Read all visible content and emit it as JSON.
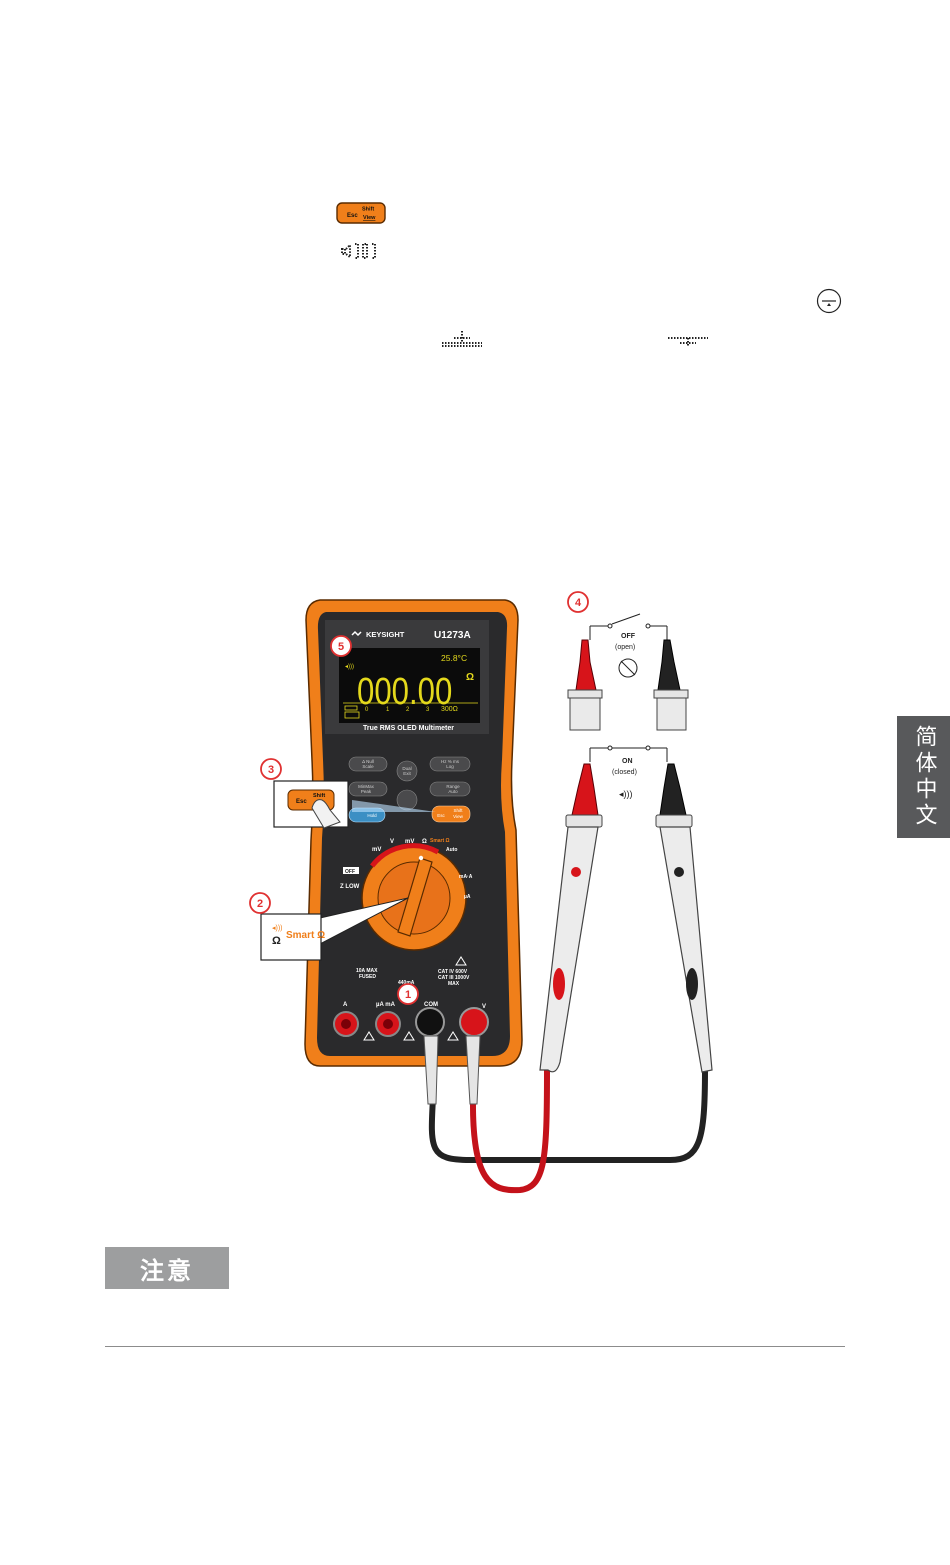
{
  "icons": {
    "esc_shift_view_key": "esc-shift-view-key-icon",
    "sound_indicator": "continuity-sound-icon",
    "ground_symbol": "ground-symbol-icon",
    "bar_indicator": "bargraph-marker-icon"
  },
  "key": {
    "esc": "Esc",
    "shift": "Shift",
    "view": "View"
  },
  "side_tab": {
    "label": "简体中文"
  },
  "figure": {
    "brand": "KEYSIGHT",
    "model": "U1273A",
    "temp": "25.8°C",
    "reading": "000.00",
    "unit": "Ω",
    "scale": [
      "0",
      "1",
      "2",
      "3",
      "300Ω"
    ],
    "subtitle": "True RMS OLED Multimeter",
    "callouts": [
      "1",
      "2",
      "3",
      "4",
      "5"
    ],
    "smart_ohm": "Smart Ω",
    "ohm_symbol": "Ω",
    "switch_off": {
      "state": "OFF",
      "desc": "(open)"
    },
    "switch_on": {
      "state": "ON",
      "desc": "(closed)"
    },
    "buttons": {
      "null_scale": [
        "Δ Null",
        "Scale"
      ],
      "dual_exit": [
        "Dual",
        "Exit"
      ],
      "hz_log": [
        "Hz % ms",
        "Log"
      ],
      "minmax_peak": [
        "MinMax",
        "Peak"
      ],
      "range_auto": [
        "Range",
        "Auto"
      ],
      "hold": "Hold",
      "esc_shift_view": [
        "Esc",
        "Shift",
        "View"
      ]
    },
    "dial": [
      "mV",
      "V",
      "mV",
      "Ω",
      "Smart Ω",
      "Auto",
      "mA·A",
      "µA",
      "OFF",
      "Z LOW"
    ],
    "terminals": [
      "A",
      "µA mA",
      "COM",
      "V"
    ],
    "ratings": [
      "10A MAX",
      "FUSED",
      "440mA",
      "CAT IV 600V",
      "CAT III 1000V",
      "MAX"
    ]
  },
  "caution": {
    "label": "注意"
  },
  "colors": {
    "accent": "#f07f1a",
    "probe_red": "#d7141a",
    "lead_black": "#222222",
    "side_tab": "#58595b",
    "caution_box": "#9d9e9f"
  }
}
